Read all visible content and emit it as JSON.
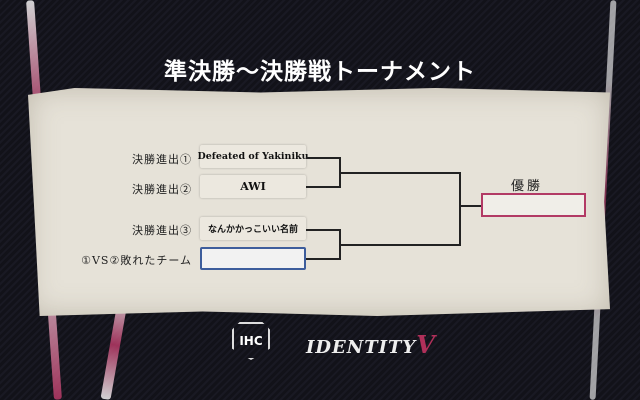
{
  "title": "準決勝～決勝戦トーナメント",
  "bracket": {
    "slots": [
      {
        "label": "決勝進出①",
        "team": "Defeated of Yakiniku"
      },
      {
        "label": "決勝進出②",
        "team": "AWI"
      },
      {
        "label": "決勝進出③",
        "team": "なんかかっこいい名前"
      },
      {
        "label": "①VS②敗れたチーム",
        "team": ""
      }
    ],
    "champion_label": "優勝",
    "champion_team": ""
  },
  "logos": {
    "ihc": "IHC",
    "identity": "IDENTITY",
    "identity_mark": "V"
  },
  "colors": {
    "accent_pink": "#b23a65",
    "accent_blue": "#3d5d9c"
  }
}
